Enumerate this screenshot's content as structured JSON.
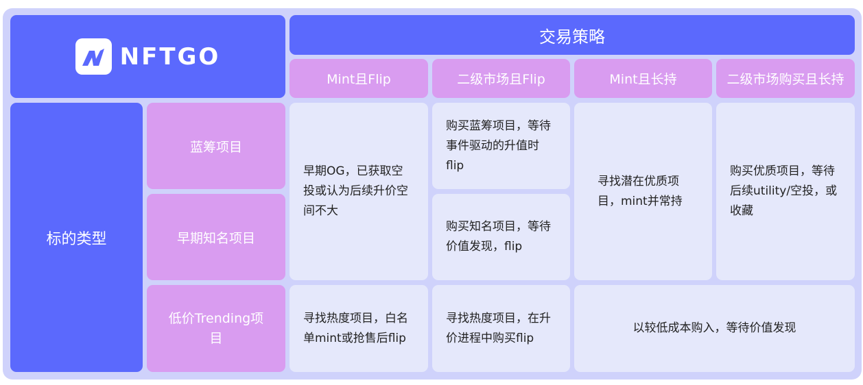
{
  "logo": {
    "text": "NFTGO"
  },
  "header": {
    "title": "交易策略"
  },
  "columns": [
    "Mint且Flip",
    "二级市场且Flip",
    "Mint且长持",
    "二级市场购买且长持"
  ],
  "row_header": "标的类型",
  "rows": [
    "蓝筹项目",
    "早期知名项目",
    "低价Trending项目"
  ],
  "cells": {
    "mint_flip_top": "早期OG，已获取空投或认为后续升价空间不大",
    "secondary_flip_bluechip": "购买蓝筹项目，等待事件驱动的升值时flip",
    "secondary_flip_early": "购买知名项目，等待价值发现，flip",
    "mint_hold_top": "寻找潜在优质项目，mint并常持",
    "secondary_hold_top": "购买优质项目，等待后续utility/空投，或收藏",
    "mint_flip_trending": "寻找热度项目，白名单mint或抢售后flip",
    "secondary_flip_trending": "寻找热度项目，在升价进程中购买flip",
    "hold_trending": "以较低成本购入，等待价值发现"
  },
  "colors": {
    "blue": "#5b69fd",
    "pink": "#d99cf0",
    "light": "#e5e8fb",
    "frame": "#cfd2fb"
  }
}
